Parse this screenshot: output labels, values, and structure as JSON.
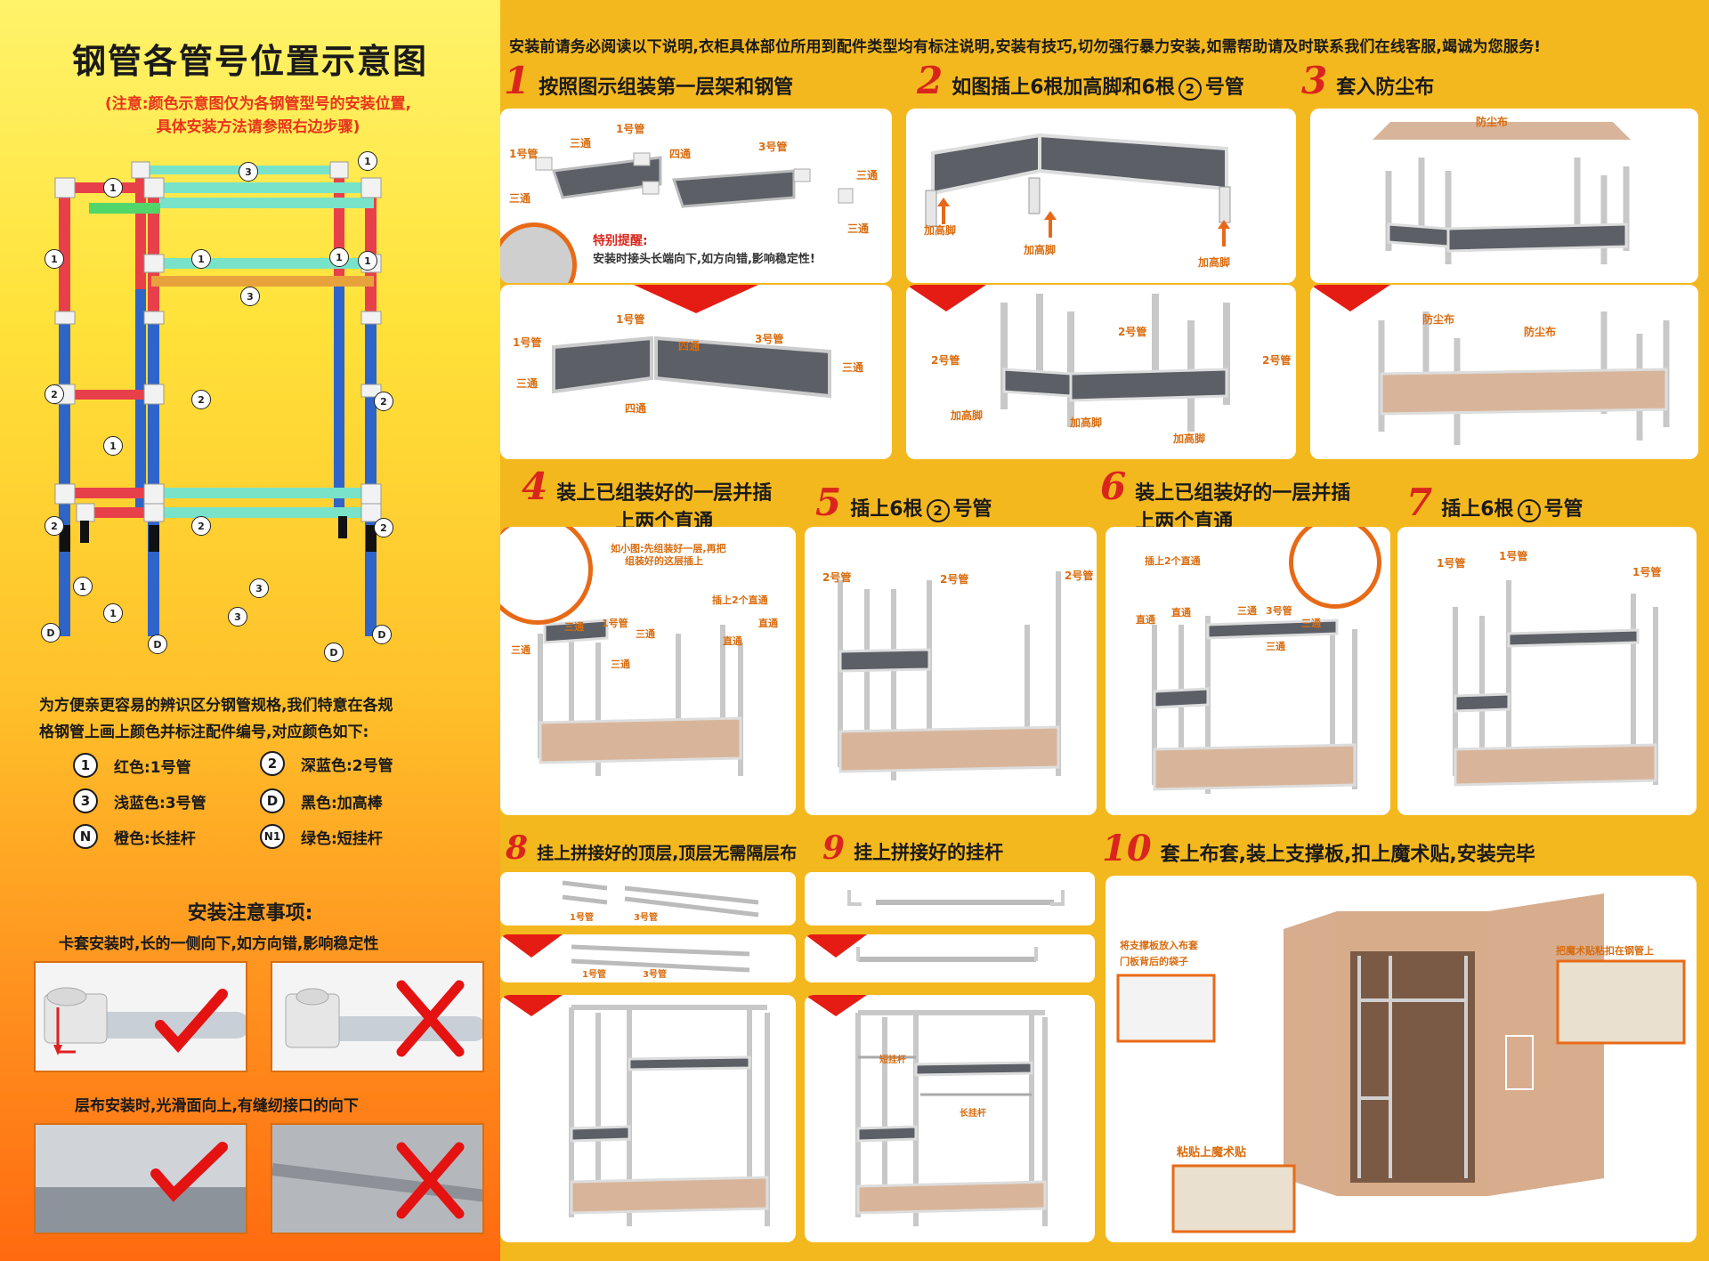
{
  "left": {
    "title": "钢管各管号位置示意图",
    "note_line1": "(注意:颜色示意图仅为各钢管型号的安装位置,",
    "note_line2": "具体安装方法请参照右边步骤)",
    "intro_line1": "为方便亲更容易的辨识区分钢管规格,我们特意在各规",
    "intro_line2": "格钢管上画上颜色并标注配件编号,对应颜色如下:",
    "legend": [
      {
        "mark": "1",
        "text": "红色:1号管"
      },
      {
        "mark": "2",
        "text": "深蓝色:2号管"
      },
      {
        "mark": "3",
        "text": "浅蓝色:3号管"
      },
      {
        "mark": "D",
        "text": "黑色:加高棒"
      },
      {
        "mark": "N",
        "text": "橙色:长挂杆"
      },
      {
        "mark": "N1",
        "text": "绿色:短挂杆"
      }
    ],
    "notice_title": "安装注意事项:",
    "notice_1": "卡套安装时,长的一侧向下,如方向错,影响稳定性",
    "notice_2": "层布安装时,光滑面向上,有缝纫接口的向下",
    "frame_marks": {
      "m1": "1",
      "m2": "2",
      "m3": "3",
      "mD": "D"
    }
  },
  "top_note": "安装前请务必阅读以下说明,衣柜具体部位所用到配件类型均有标注说明,安装有技巧,切勿强行暴力安装,如需帮助请及时联系我们在线客服,竭诚为您服务!",
  "steps": {
    "s1": {
      "num": "1",
      "title": "按照图示组装第一层架和钢管"
    },
    "s2": {
      "num": "2",
      "title_a": "如图插上6根加高脚和6根",
      "circ": "2",
      "title_b": "号管"
    },
    "s3": {
      "num": "3",
      "title": "套入防尘布"
    },
    "s4": {
      "num": "4",
      "title_a": "装上已组装好的一层并插",
      "title_b": "上两个直通"
    },
    "s5": {
      "num": "5",
      "title_a": "插上6根",
      "circ": "2",
      "title_b": "号管"
    },
    "s6": {
      "num": "6",
      "title_a": "装上已组装好的一层并插",
      "title_b": "上两个直通"
    },
    "s7": {
      "num": "7",
      "title_a": "插上6根",
      "circ": "1",
      "title_b": "号管"
    },
    "s8": {
      "num": "8",
      "title": "挂上拼接好的顶层,顶层无需隔层布"
    },
    "s9": {
      "num": "9",
      "title": "挂上拼接好的挂杆"
    },
    "s10": {
      "num": "10",
      "title": "套上布套,装上支撑板,扣上魔术贴,安装完毕"
    }
  },
  "labels": {
    "pipe1": "1号管",
    "pipe2": "2号管",
    "pipe3": "3号管",
    "tee3": "三通",
    "tee4": "四通",
    "reminder_title": "特别提醒:",
    "reminder_text": "安装时接头长端向下,如方向错,影响稳定性!",
    "leg": "加高脚",
    "dust": "防尘布",
    "straight": "直通",
    "insert2": "插上2个直通",
    "small_note1": "如小图:先组装好一层,再把",
    "small_note2": "组装好的这层插上",
    "short_rod": "短挂杆",
    "long_rod": "长挂杆",
    "board_note1": "将支撑板放入布套",
    "board_note2": "门板背后的袋子",
    "velcro_on_pipe": "把魔术贴粘扣在钢管上",
    "velcro": "粘贴上魔术贴"
  }
}
